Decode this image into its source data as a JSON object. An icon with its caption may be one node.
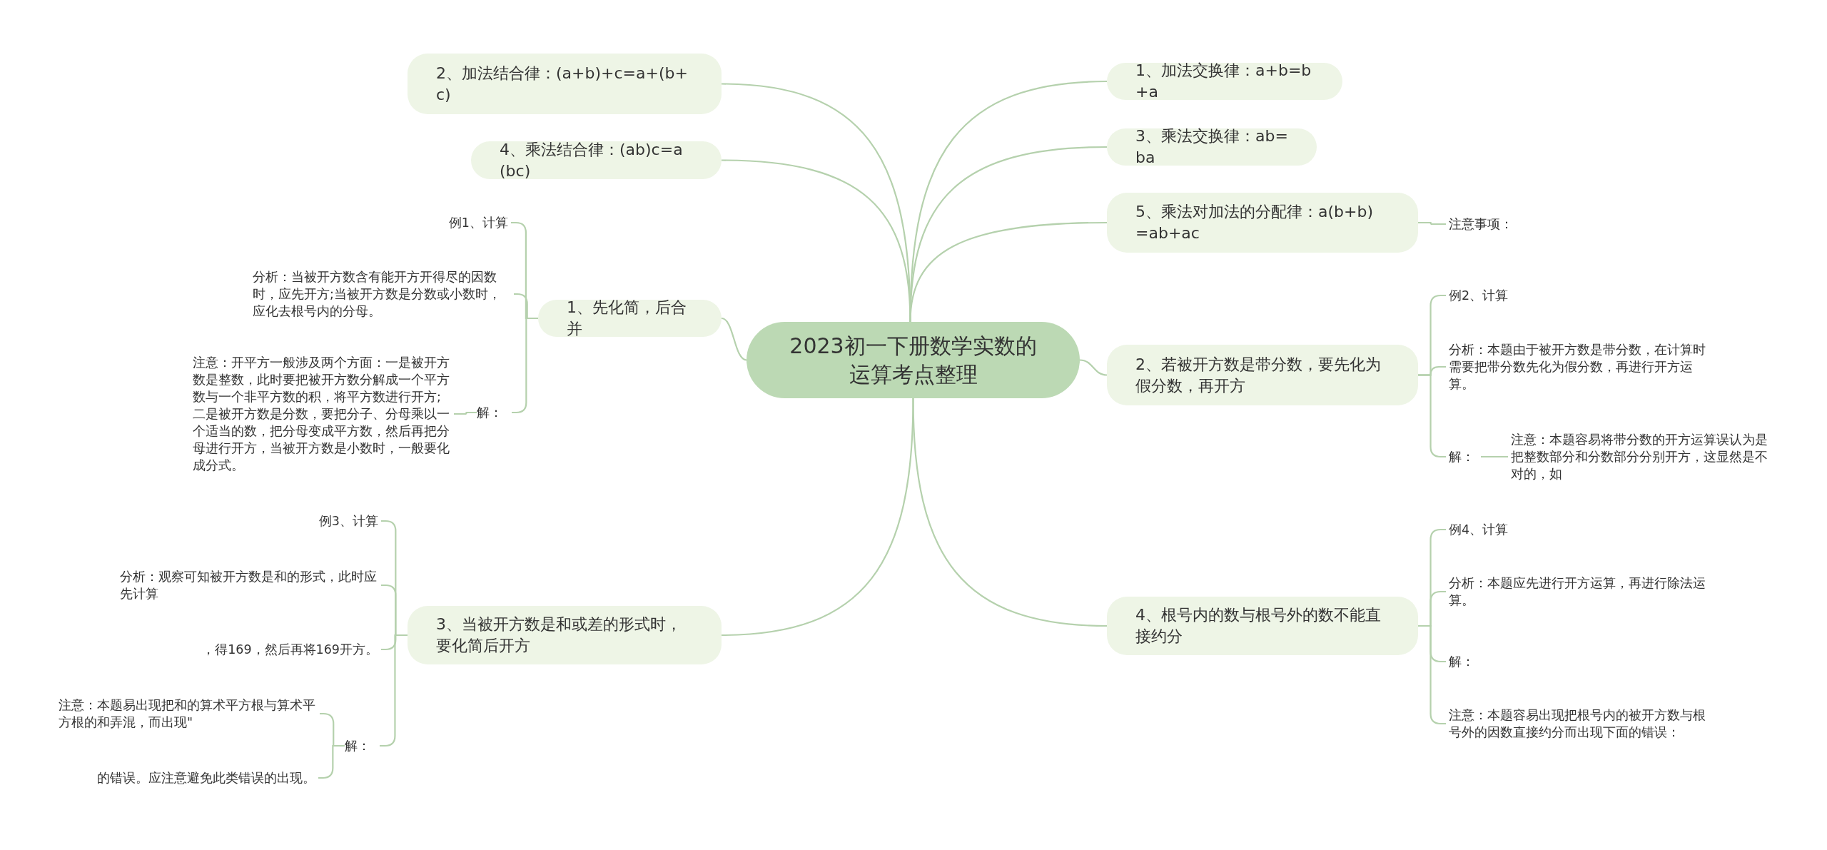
{
  "diagram": {
    "nodes": [
      {
        "text": [
          "2023初一下册数学实数的运算考点整理"
        ]
      },
      {
        "text": [
          "1、加法交换律：a+b=b+a"
        ]
      },
      {
        "text": [
          "3、乘法交换律：ab=ba"
        ]
      },
      {
        "text": [
          "5、乘法对加法的分配律：a(b+b) =ab+ac"
        ]
      },
      {
        "text": [
          "注意事项："
        ]
      },
      {
        "text": [
          "2、若被开方数是带分数，要先化为假分数，再开方"
        ]
      },
      {
        "text": [
          "例2、计算"
        ]
      },
      {
        "text": [
          "分析：本题由于被开方数是带分数，在计算时需要把带分数先化为假分数，再进行开方运算。"
        ]
      },
      {
        "text": [
          "解："
        ]
      },
      {
        "text": [
          "注意：本题容易将带分数的开方运算误认为是把整数部分和分数部分分别开方，这显然是不对的，如"
        ]
      },
      {
        "text": [
          "4、根号内的数与根号外的数不能直接约分"
        ]
      },
      {
        "text": [
          "例4、计算"
        ]
      },
      {
        "text": [
          "分析：本题应先进行开方运算，再进行除法运算。"
        ]
      },
      {
        "text": [
          "解："
        ]
      },
      {
        "text": [
          "注意：本题容易出现把根号内的被开方数与根号外的因数直接约分而出现下面的错误："
        ]
      },
      {
        "text": [
          "2、加法结合律：(a+b)+c=a+(b+c)"
        ]
      },
      {
        "text": [
          "4、乘法结合律：(ab)c=a(bc)"
        ]
      },
      {
        "text": [
          "1、先化简，后合并"
        ]
      },
      {
        "text": [
          "例1、计算"
        ]
      },
      {
        "text": [
          "分析：当被开方数含有能开方开得尽的因数时，应先开方;当被开方数是分数或小数时，应化去根号内的分母。"
        ]
      },
      {
        "text": [
          "解："
        ]
      },
      {
        "text": [
          "注意：开平方一般涉及两个方面：一是被开方数是整数，此时要把被开方数分解成一个平方数与一个非平方数的积，将平方数进行开方;二是被开方数是分数，要把分子、分母乘以一个适当的数，把分母变成平方数，然后再把分母进行开方，当被开方数是小数时，一般要化成分式。"
        ]
      },
      {
        "text": [
          "3、当被开方数是和或差的形式时，要化简后开方"
        ]
      },
      {
        "text": [
          "例3、计算"
        ]
      },
      {
        "text": [
          "分析：观察可知被开方数是和的形式，此时应先计算"
        ]
      },
      {
        "text": [
          "，得169，然后再将169开方。"
        ]
      },
      {
        "text": [
          "解："
        ]
      },
      {
        "text": [
          "注意：本题易出现把和的算术平方根与算术平方根的和弄混，而出现\""
        ]
      },
      {
        "text": [
          "的错误。应注意避免此类错误的出现。"
        ]
      }
    ],
    "edges": [
      {
        "from": 0,
        "to": 1,
        "arrow": "none"
      },
      {
        "from": 0,
        "to": 2,
        "arrow": "none"
      },
      {
        "from": 0,
        "to": 3,
        "arrow": "none"
      },
      {
        "from": 3,
        "to": 4,
        "arrow": "none"
      },
      {
        "from": 0,
        "to": 5,
        "arrow": "none"
      },
      {
        "from": 5,
        "to": 6,
        "arrow": "none"
      },
      {
        "from": 5,
        "to": 7,
        "arrow": "none"
      },
      {
        "from": 5,
        "to": 8,
        "arrow": "none"
      },
      {
        "from": 8,
        "to": 9,
        "arrow": "none"
      },
      {
        "from": 0,
        "to": 10,
        "arrow": "none"
      },
      {
        "from": 10,
        "to": 11,
        "arrow": "none"
      },
      {
        "from": 10,
        "to": 12,
        "arrow": "none"
      },
      {
        "from": 10,
        "to": 13,
        "arrow": "none"
      },
      {
        "from": 10,
        "to": 14,
        "arrow": "none"
      },
      {
        "from": 0,
        "to": 15,
        "arrow": "none"
      },
      {
        "from": 0,
        "to": 16,
        "arrow": "none"
      },
      {
        "from": 0,
        "to": 17,
        "arrow": "none"
      },
      {
        "from": 17,
        "to": 18,
        "arrow": "none"
      },
      {
        "from": 17,
        "to": 19,
        "arrow": "none"
      },
      {
        "from": 17,
        "to": 20,
        "arrow": "none"
      },
      {
        "from": 20,
        "to": 21,
        "arrow": "none"
      },
      {
        "from": 0,
        "to": 22,
        "arrow": "none"
      },
      {
        "from": 22,
        "to": 23,
        "arrow": "none"
      },
      {
        "from": 22,
        "to": 24,
        "arrow": "none"
      },
      {
        "from": 22,
        "to": 25,
        "arrow": "none"
      },
      {
        "from": 22,
        "to": 26,
        "arrow": "none"
      },
      {
        "from": 26,
        "to": 27,
        "arrow": "none"
      },
      {
        "from": 26,
        "to": 28,
        "arrow": "none"
      }
    ]
  }
}
